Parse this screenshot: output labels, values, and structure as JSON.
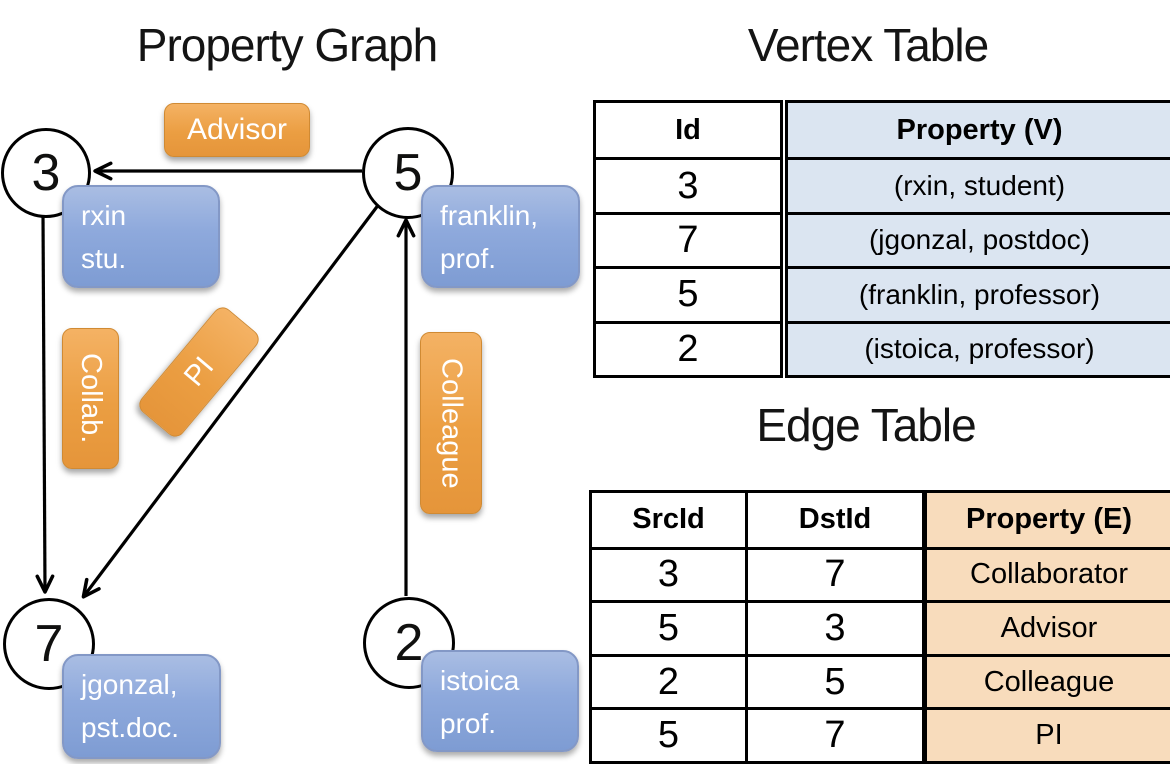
{
  "diagram": {
    "title": "Property Graph",
    "vertices": [
      {
        "id": "3",
        "label_lines": [
          "rxin",
          "stu."
        ]
      },
      {
        "id": "5",
        "label_lines": [
          "franklin,",
          "prof."
        ]
      },
      {
        "id": "7",
        "label_lines": [
          "jgonzal,",
          "pst.doc."
        ]
      },
      {
        "id": "2",
        "label_lines": [
          "istoica",
          "prof."
        ]
      }
    ],
    "edge_labels": {
      "advisor": "Advisor",
      "collab": "Collab.",
      "pi": "PI",
      "colleague": "Colleague"
    }
  },
  "vertex_table": {
    "title": "Vertex Table",
    "columns": [
      "Id",
      "Property (V)"
    ],
    "rows": [
      [
        "3",
        "(rxin, student)"
      ],
      [
        "7",
        "(jgonzal, postdoc)"
      ],
      [
        "5",
        "(franklin, professor)"
      ],
      [
        "2",
        "(istoica, professor)"
      ]
    ]
  },
  "edge_table": {
    "title": "Edge Table",
    "columns": [
      "SrcId",
      "DstId",
      "Property (E)"
    ],
    "rows": [
      [
        "3",
        "7",
        "Collaborator"
      ],
      [
        "5",
        "3",
        "Advisor"
      ],
      [
        "2",
        "5",
        "Colleague"
      ],
      [
        "5",
        "7",
        "PI"
      ]
    ]
  },
  "colors": {
    "edge_label_orange": "#EDA04B",
    "vertex_label_blue": "#8BA7D9",
    "vertex_property_bg": "#DBE5F1",
    "edge_property_bg": "#F8DCBC",
    "line": "#000000"
  }
}
